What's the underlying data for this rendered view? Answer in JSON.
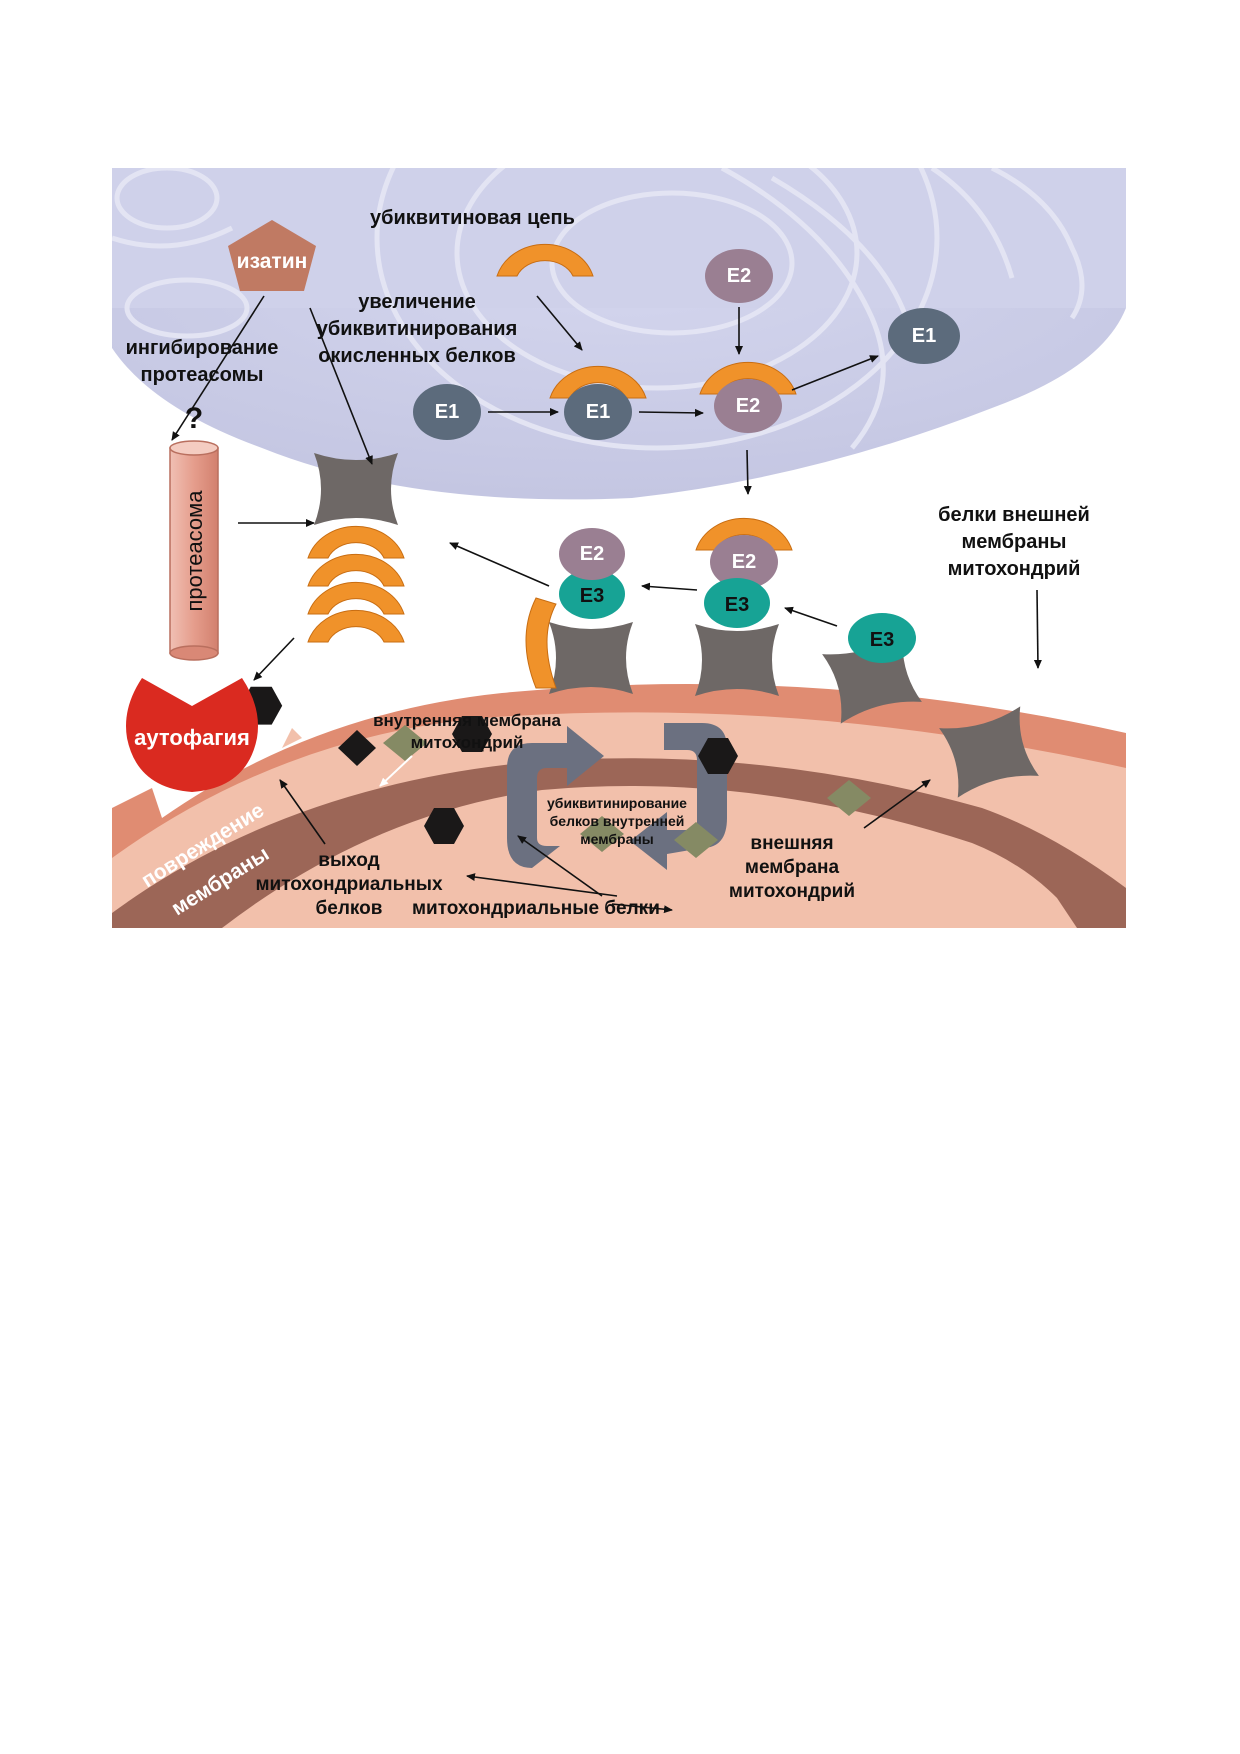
{
  "labels": {
    "isatin": "изатин",
    "ubiquitin_chain": "убиквитиновая цепь",
    "increase_ubiquitination": [
      "увеличение",
      "убиквитинирования",
      "окисленных белков"
    ],
    "proteasome_inhibition": [
      "ингибирование",
      "протеасомы"
    ],
    "question_mark": "?",
    "proteasome": "протеасома",
    "autophagy": "аутофагия",
    "outer_membrane_proteins": [
      "белки внешней",
      "мембраны",
      "митохондрий"
    ],
    "inner_membrane": [
      "внутренняя мембрана",
      "митохондрий"
    ],
    "inner_membrane_ubiquitination": [
      "убиквитинирование",
      "белков внутренней",
      "мембраны"
    ],
    "membrane_damage": [
      "повреждение",
      "мембраны"
    ],
    "release_mito_proteins": [
      "выход",
      "митохондриальных",
      "белков"
    ],
    "mito_proteins": "митохондриальные белки",
    "outer_membrane": [
      "внешняя",
      "мембрана",
      "митохондрий"
    ]
  },
  "enzymes": {
    "e1": "E1",
    "e2": "E2",
    "e3": "E3"
  },
  "colors": {
    "cytoplasm": "#c9cce6",
    "ubiquitin": "#f0922a",
    "e1": "#5c6b7c",
    "e2": "#9a7f92",
    "e3": "#17a395",
    "substrate": "#6e6866",
    "isatin": "#c07a63",
    "proteasome": "#e6a89a",
    "autophagy": "#da2a20",
    "outer_membrane": "#e08c72",
    "inner_membrane": "#9c6657",
    "matrix": "#f2c0ab",
    "cycle_arrows": "#6b7080",
    "mito_protein_dark": "#1a1818",
    "mito_protein_olive": "#858a64"
  }
}
